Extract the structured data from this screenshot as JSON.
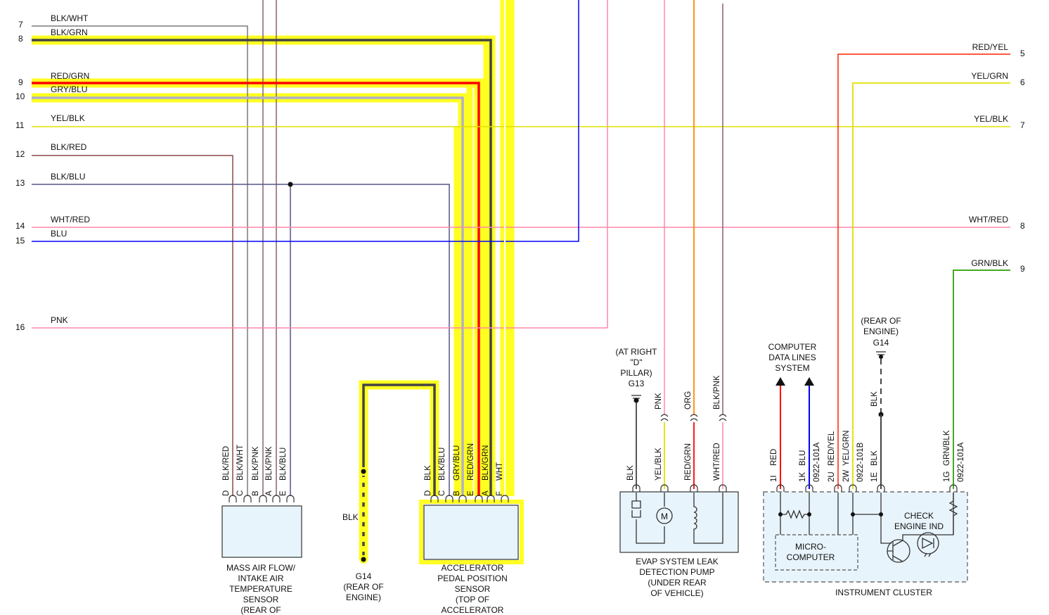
{
  "left_rows": [
    {
      "num": "7",
      "label": "BLK/WHT"
    },
    {
      "num": "8",
      "label": "BLK/GRN"
    },
    {
      "num": "9",
      "label": "RED/GRN"
    },
    {
      "num": "10",
      "label": "GRY/BLU"
    },
    {
      "num": "11",
      "label": "YEL/BLK"
    },
    {
      "num": "12",
      "label": "BLK/RED"
    },
    {
      "num": "13",
      "label": "BLK/BLU"
    },
    {
      "num": "14",
      "label": "WHT/RED"
    },
    {
      "num": "15",
      "label": "BLU"
    },
    {
      "num": "16",
      "label": "PNK"
    }
  ],
  "right_rows": [
    {
      "num": "5",
      "label": "RED/YEL"
    },
    {
      "num": "6",
      "label": "YEL/GRN"
    },
    {
      "num": "7",
      "label": "YEL/BLK"
    },
    {
      "num": "8",
      "label": "WHT/RED"
    },
    {
      "num": "9",
      "label": "GRN/BLK"
    }
  ],
  "maf": {
    "pins": [
      {
        "letter": "D",
        "wire": "BLK/RED"
      },
      {
        "letter": "C",
        "wire": "BLK/WHT"
      },
      {
        "letter": "B",
        "wire": "BLK/PNK"
      },
      {
        "letter": "A",
        "wire": "BLK/PNK"
      },
      {
        "letter": "E",
        "wire": "BLK/BLU"
      }
    ],
    "caption": [
      "MASS AIR FLOW/",
      "INTAKE AIR",
      "TEMPERATURE",
      "SENSOR",
      "(REAR OF"
    ]
  },
  "g14_left": {
    "wire": "BLK",
    "caption": [
      "G14",
      "(REAR OF",
      "ENGINE)"
    ]
  },
  "app": {
    "pins": [
      {
        "letter": "D",
        "wire": "BLK"
      },
      {
        "letter": "C",
        "wire": "BLK/BLU"
      },
      {
        "letter": "B",
        "wire": "GRY/BLU"
      },
      {
        "letter": "E",
        "wire": "RED/GRN"
      },
      {
        "letter": "A",
        "wire": "BLK/GRN"
      },
      {
        "letter": "F",
        "wire": "WHT"
      }
    ],
    "caption": [
      "ACCELERATOR",
      "PEDAL POSITION",
      "SENSOR",
      "(TOP OF",
      "ACCELERATOR"
    ]
  },
  "evap": {
    "ground_caption": [
      "(AT RIGHT",
      "\"D\"",
      "PILLAR)",
      "G13"
    ],
    "upper_wires": [
      "PNK",
      "ORG",
      "BLK/PNK"
    ],
    "pins": [
      "BLK",
      "YEL/BLK",
      "RED/GRN",
      "WHT/RED"
    ],
    "motor_label": "M",
    "caption": [
      "EVAP SYSTEM LEAK",
      "DETECTION PUMP",
      "(UNDER REAR",
      "OF VEHICLE)"
    ]
  },
  "cluster": {
    "data_lines_caption": [
      "COMPUTER",
      "DATA LINES",
      "SYSTEM"
    ],
    "ground_caption": [
      "(REAR OF",
      "ENGINE)",
      "G14"
    ],
    "ground_wire": "BLK",
    "pins": [
      {
        "num": "1I",
        "wire": "RED",
        "conn": ""
      },
      {
        "num": "1K",
        "wire": "BLU",
        "conn": "0922-101A"
      },
      {
        "num": "2U",
        "wire": "RED/YEL",
        "conn": ""
      },
      {
        "num": "2W",
        "wire": "YEL/GRN",
        "conn": "0922-101B"
      },
      {
        "num": "1E",
        "wire": "BLK",
        "conn": ""
      },
      {
        "num": "1G",
        "wire": "GRN/BLK",
        "conn": "0922-101A"
      }
    ],
    "micro_label": [
      "MICRO-",
      "COMPUTER"
    ],
    "check_label": [
      "CHECK",
      "ENGINE IND"
    ],
    "caption": "INSTRUMENT CLUSTER"
  },
  "colors": {
    "highlight": "#ffff22",
    "red": "#ff0000",
    "blue": "#0000ff",
    "pink": "#ff88a8",
    "orange": "#ff8800",
    "yellow": "#e0e000",
    "green": "#44aa22",
    "gray": "#7a7a7a",
    "darkgray": "#444444",
    "maroon": "#8a4a4a",
    "slate": "#555588",
    "mauve": "#8a6070"
  }
}
